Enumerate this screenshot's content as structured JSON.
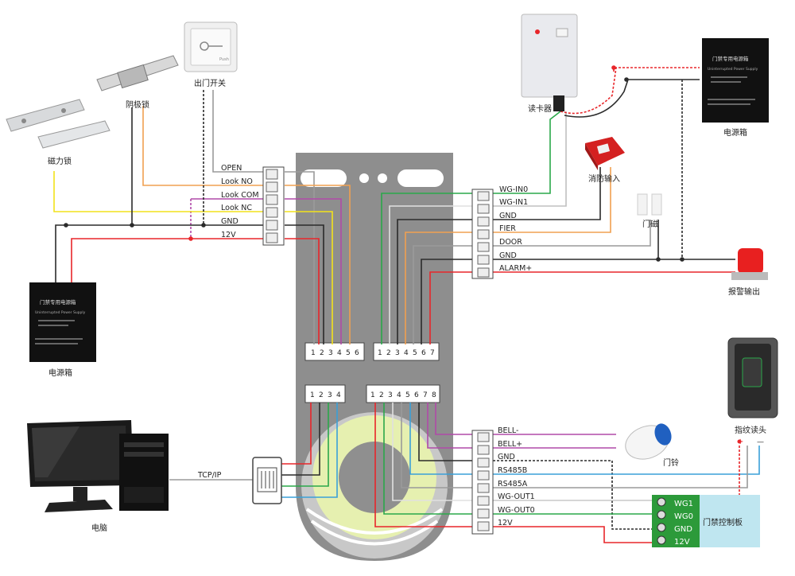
{
  "devices": {
    "magnetic_lock": "磁力锁",
    "strike_lock": "阴极锁",
    "exit_button": "出门开关",
    "card_reader": "读卡器",
    "power_box_top": "电源箱",
    "fire_input": "消防输入",
    "door_sensor": "门磁",
    "alarm_output": "报警输出",
    "power_box_left": "电源箱",
    "fingerprint_reader": "指纹读头",
    "doorbell": "门铃",
    "computer": "电脑",
    "tcpip": "TCP/IP",
    "access_board": "门禁控制板"
  },
  "power_box_text": {
    "title": "门禁专用电源箱",
    "subtitle": "Uninterrupted Power Supply"
  },
  "exit_button_text": "Push",
  "left_terminal": [
    "OPEN",
    "Look NO",
    "Look COM",
    "Look NC",
    "GND",
    "12V"
  ],
  "right_top_terminal": [
    "WG-IN0",
    "WG-IN1",
    "GND",
    "FIER",
    "DOOR",
    "GND",
    "ALARM+"
  ],
  "right_bottom_terminal": [
    "BELL-",
    "BELL+",
    "GND",
    "RS485B",
    "RS485A",
    "WG-OUT1",
    "WG-OUT0",
    "12V"
  ],
  "access_board_pins": [
    "WG1",
    "WG0",
    "GND",
    "12V"
  ],
  "fingerprint_polarity": [
    "+",
    "—"
  ],
  "connector_a": [
    "1",
    "2",
    "3",
    "4",
    "5",
    "6"
  ],
  "connector_b": [
    "1",
    "2",
    "3",
    "4",
    "5",
    "6",
    "7"
  ],
  "connector_c": [
    "1",
    "2",
    "3",
    "4"
  ],
  "connector_d": [
    "1",
    "2",
    "3",
    "4",
    "5",
    "6",
    "7",
    "8"
  ],
  "colors": {
    "red": "#e8262a",
    "black": "#2b2b2b",
    "yellow": "#f2e21b",
    "orange": "#f0a050",
    "purple": "#b04aa8",
    "green": "#2aa84a",
    "blue": "#3aa0d8",
    "gray": "#9a9a9a",
    "panel": "#8e8e8e"
  }
}
